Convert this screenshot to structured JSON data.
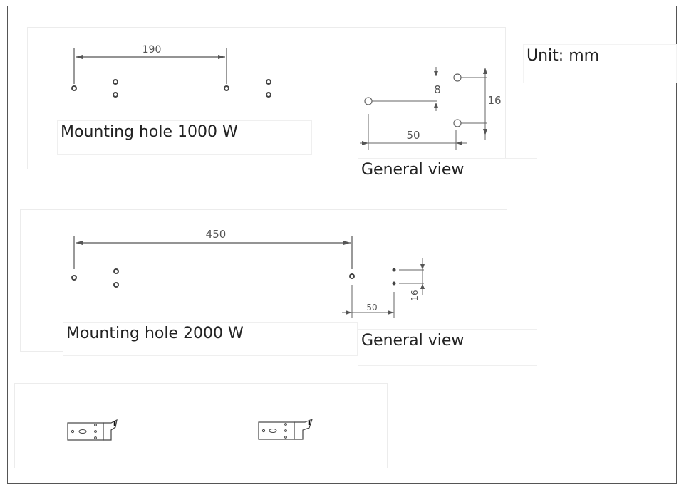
{
  "unit_label": "Unit: mm",
  "section_1000": {
    "title": "Mounting hole 1000 W",
    "dimension_spacing": "190"
  },
  "general_view_1": {
    "title": "General view",
    "dim_horizontal": "50",
    "dim_vertical_small": "8",
    "dim_vertical_large": "16"
  },
  "section_2000": {
    "title": "Mounting hole 2000 W",
    "dimension_spacing": "450",
    "dim_horizontal": "50",
    "dim_vertical": "16"
  },
  "general_view_2": {
    "title": "General view"
  },
  "colors": {
    "line": "#555555",
    "hole": "#444444",
    "border": "#555555"
  }
}
